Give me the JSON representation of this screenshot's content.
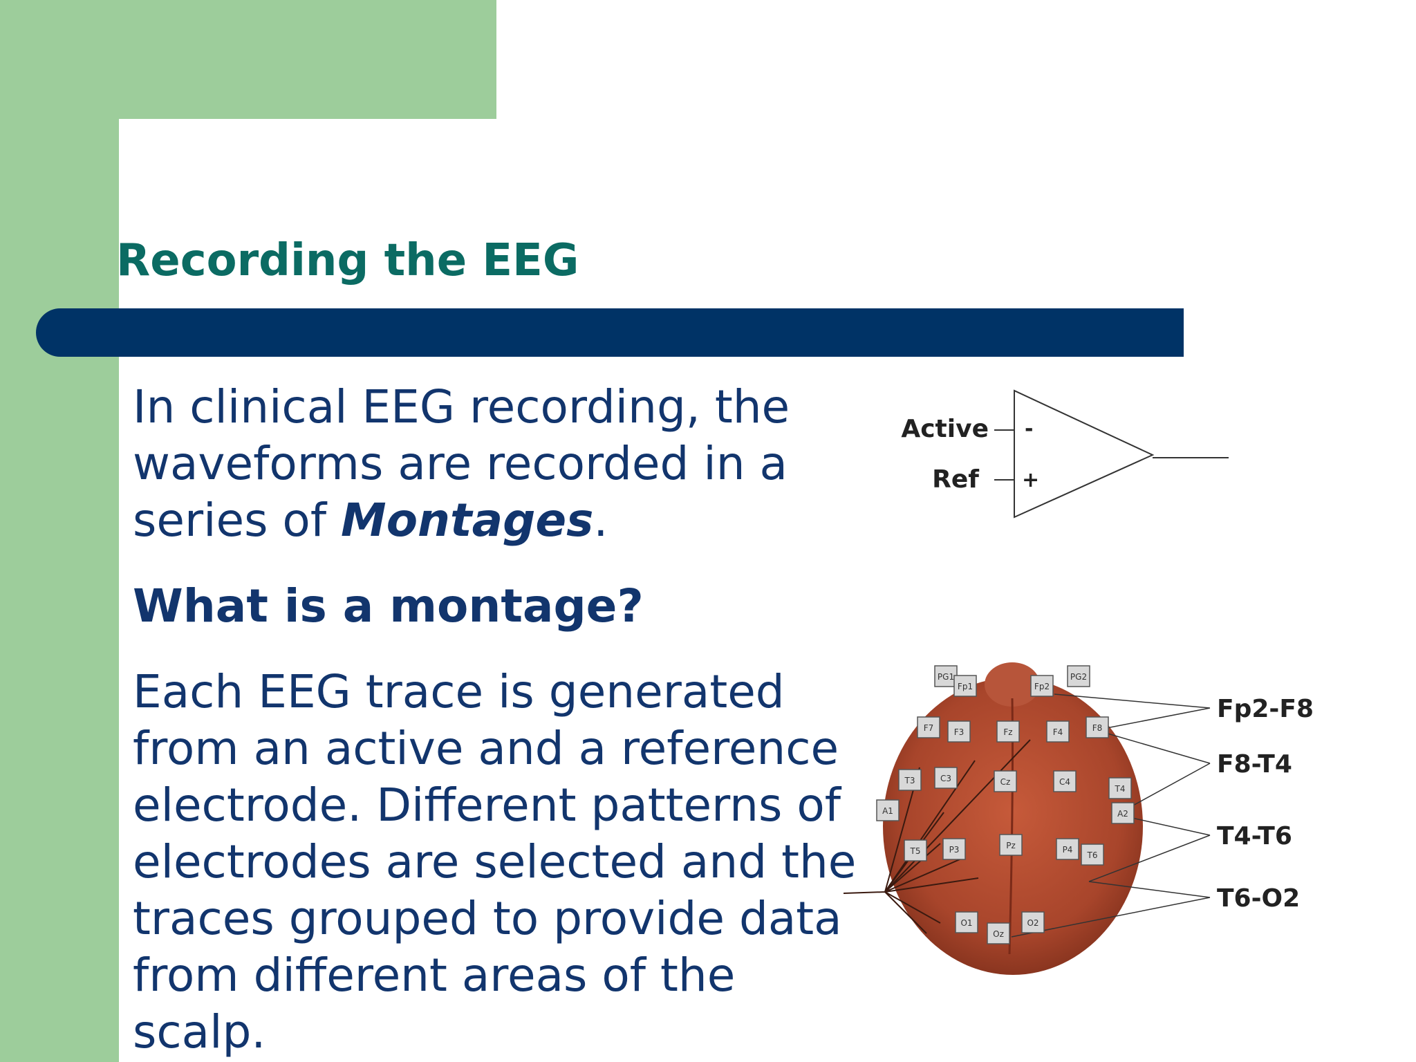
{
  "slide": {
    "title": "Recording the EEG",
    "para1": {
      "line1": "In clinical EEG recording, the",
      "line2": "waveforms are recorded in a",
      "line3_prefix": "series of ",
      "line3_emphasis": "Montages",
      "line3_suffix": "."
    },
    "question": "What is a montage?",
    "para2": {
      "lines": [
        "Each EEG trace is generated",
        "from an active and a reference",
        "electrode. Different patterns of",
        "electrodes are selected and the",
        "traces grouped to provide data",
        "from different areas of the",
        "scalp."
      ]
    }
  },
  "amplifier": {
    "active_label": "Active",
    "ref_label": "Ref",
    "minus_sign": "-",
    "plus_sign": "+"
  },
  "head_diagram": {
    "electrodes": [
      "PG1",
      "Fp1",
      "Fp2",
      "PG2",
      "F7",
      "F3",
      "Fz",
      "F4",
      "F8",
      "T3",
      "C3",
      "Cz",
      "C4",
      "T4",
      "A1",
      "A2",
      "T5",
      "P3",
      "Pz",
      "P4",
      "T6",
      "O1",
      "Oz",
      "O2"
    ],
    "channels": [
      "Fp2-F8",
      "F8-T4",
      "T4-T6",
      "T6-O2"
    ]
  },
  "colors": {
    "green_background": "#9dcd9b",
    "title_color": "#0b6b63",
    "bar_color": "#003366",
    "body_text_color": "#12356d"
  }
}
